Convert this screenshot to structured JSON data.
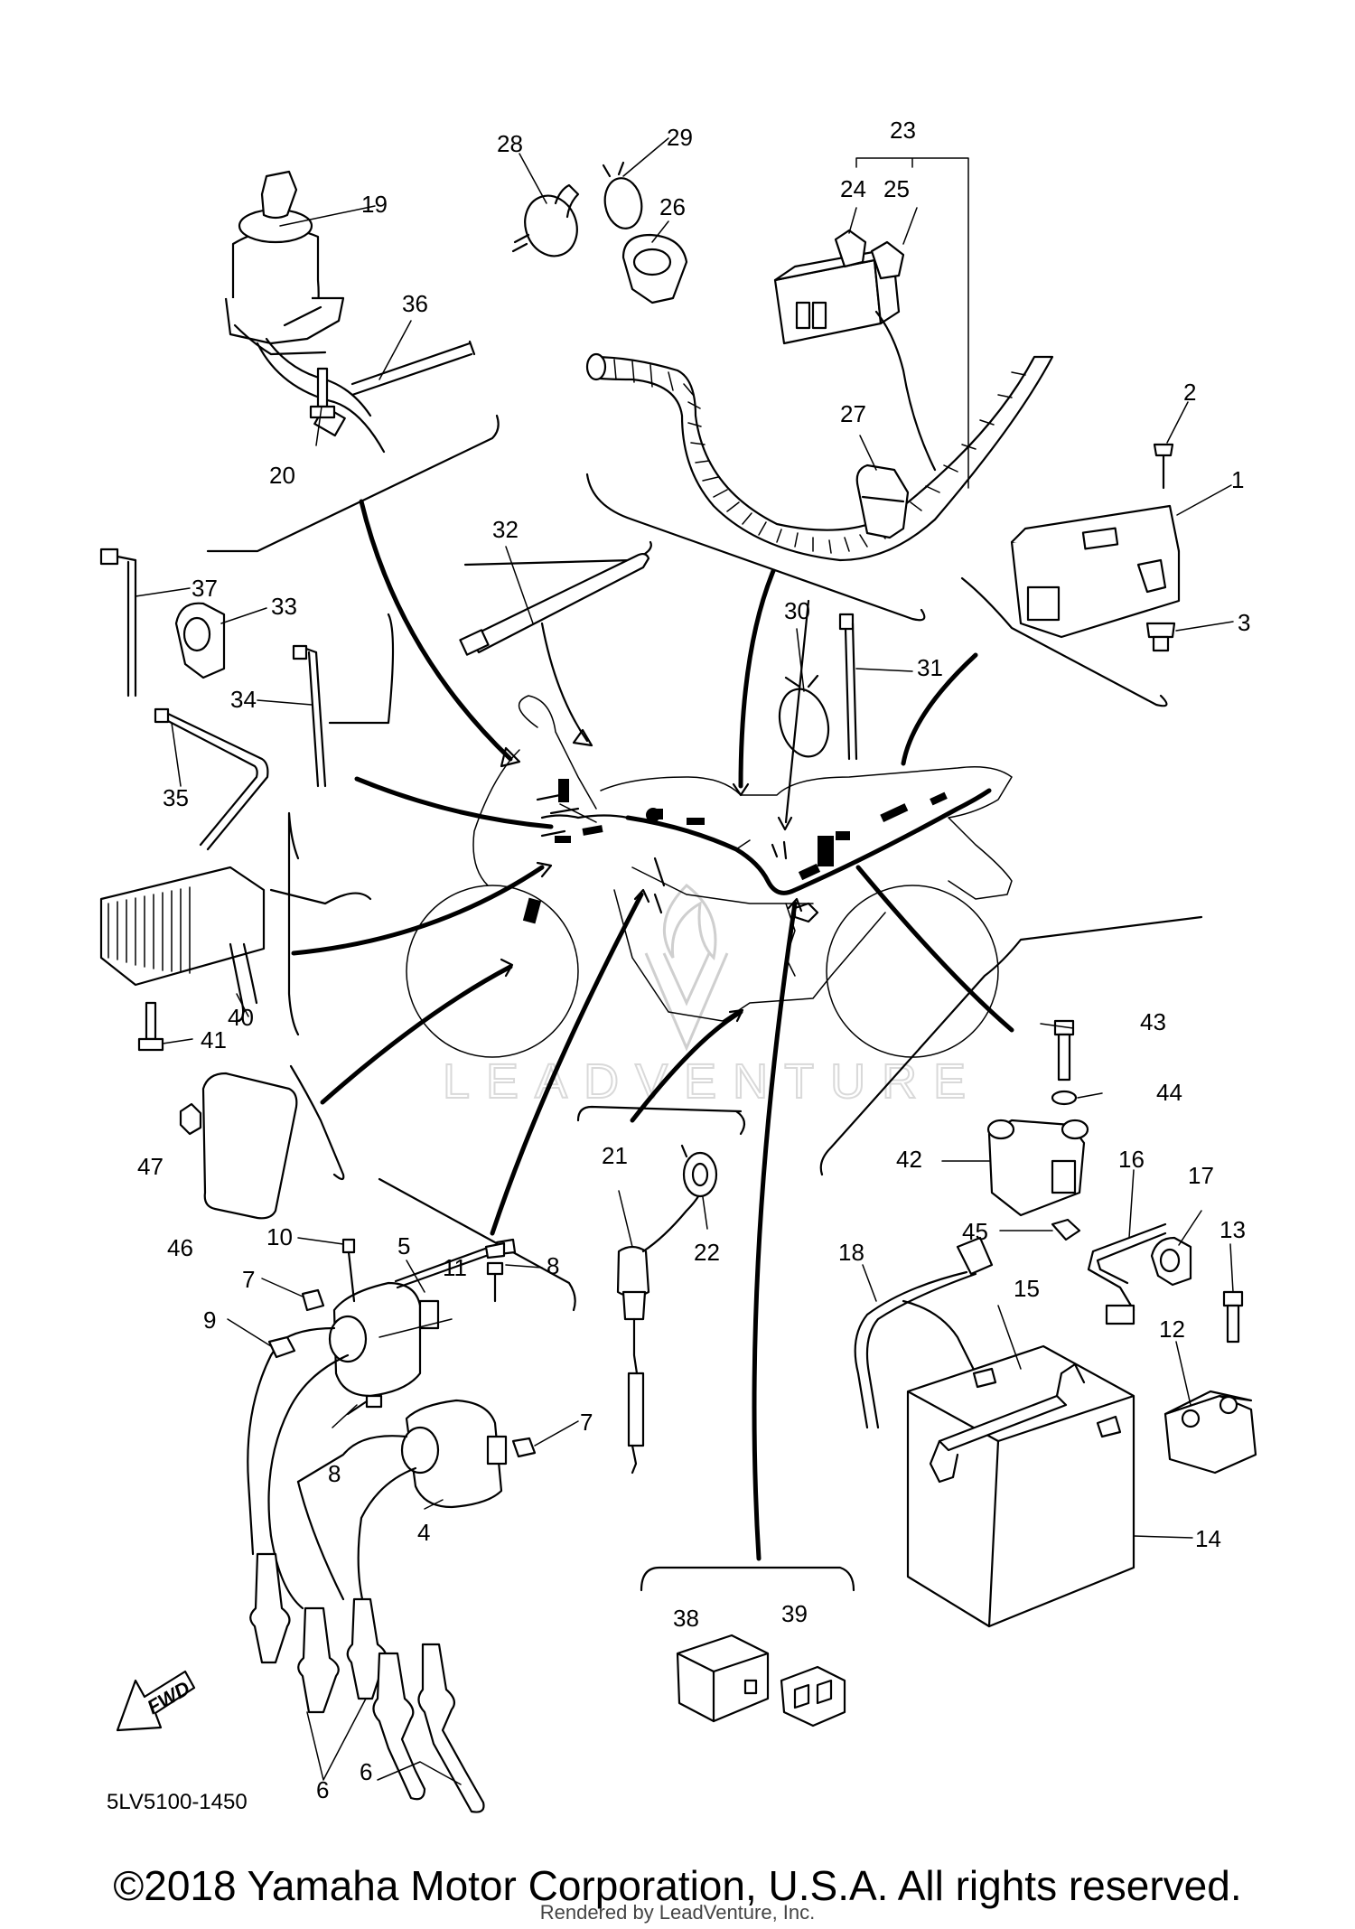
{
  "diagram": {
    "callouts": [
      "1",
      "2",
      "3",
      "4",
      "5",
      "6",
      "6",
      "7",
      "7",
      "8",
      "8",
      "9",
      "10",
      "11",
      "12",
      "13",
      "14",
      "15",
      "16",
      "17",
      "18",
      "19",
      "20",
      "21",
      "22",
      "23",
      "24",
      "25",
      "26",
      "27",
      "28",
      "29",
      "30",
      "31",
      "32",
      "33",
      "34",
      "35",
      "36",
      "37",
      "38",
      "39",
      "40",
      "41",
      "42",
      "43",
      "44",
      "45",
      "46",
      "47"
    ],
    "fwd_label": "FWD",
    "part_code": "5LV5100-1450",
    "watermark": "LEADVENTURE"
  },
  "footer": {
    "copyright": "©2018 Yamaha Motor Corporation, U.S.A. All rights reserved.",
    "rendered_by": "Rendered by LeadVenture, Inc."
  }
}
